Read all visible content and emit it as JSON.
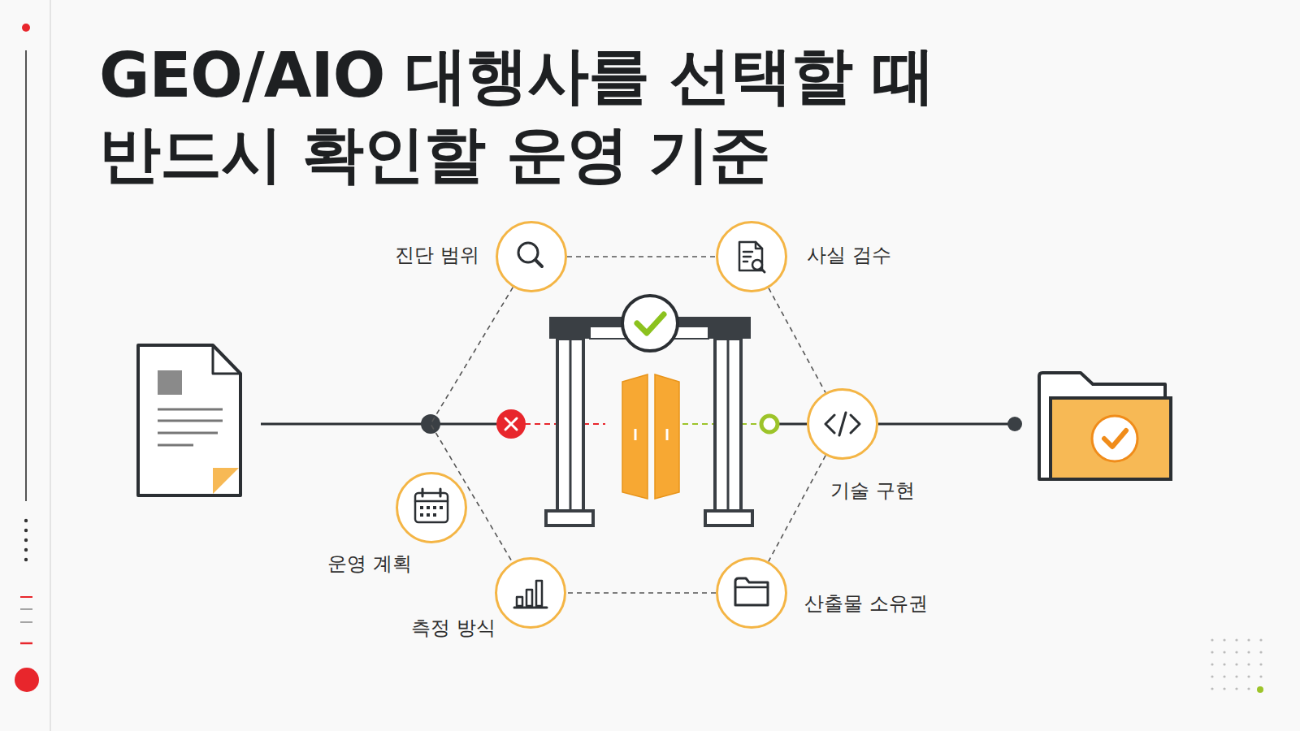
{
  "diagram": {
    "title": "GEO/AIO 대행사를 선택할 때 반드시 확인할 운영 기준",
    "nodes": [
      {
        "text": [
          "진단 범위"
        ]
      },
      {
        "text": [
          "사실 검수"
        ]
      },
      {
        "text": [
          "기술 구현"
        ]
      },
      {
        "text": [
          "운영 계획"
        ]
      },
      {
        "text": [
          "측정 방식"
        ]
      },
      {
        "text": [
          "산출물 소유권"
        ]
      }
    ],
    "edges": [
      {
        "from": 0,
        "to": 1,
        "arrow": "none"
      },
      {
        "from": 1,
        "to": 2,
        "arrow": "none"
      },
      {
        "from": 2,
        "to": 5,
        "arrow": "none"
      },
      {
        "from": 5,
        "to": 4,
        "arrow": "none"
      },
      {
        "from": 0,
        "to": 4,
        "arrow": "none"
      }
    ]
  }
}
